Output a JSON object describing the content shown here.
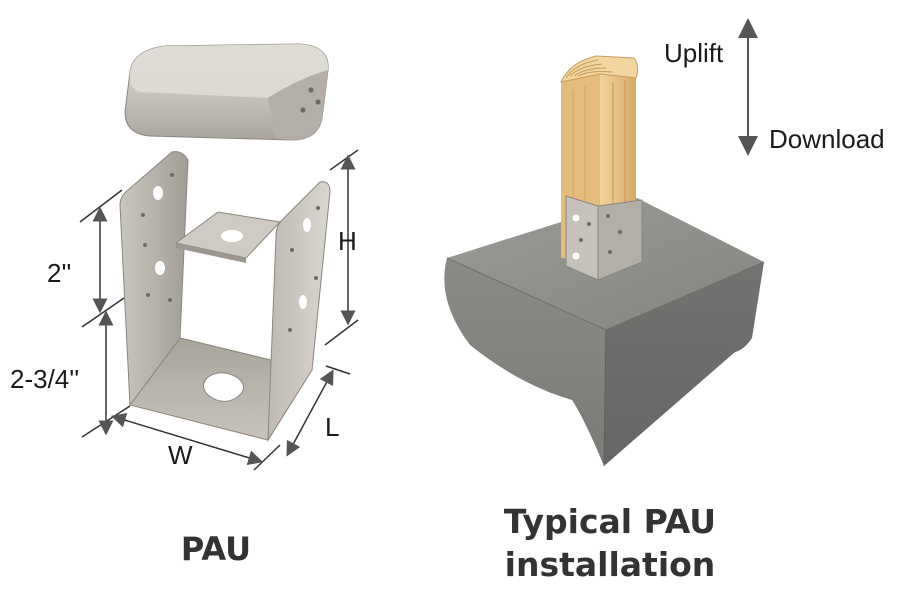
{
  "left_figure": {
    "dimension_labels": {
      "d2": "2''",
      "d234": "2-3/4''",
      "h": "H",
      "w": "W",
      "l": "L"
    },
    "caption": "PAU"
  },
  "right_figure": {
    "force_labels": {
      "up": "Uplift",
      "down": "Download"
    },
    "caption_line1": "Typical PAU",
    "caption_line2": "installation"
  },
  "colors": {
    "metal_light": "#d6d3cc",
    "metal_mid": "#b9b5ad",
    "metal_dark": "#8f8b84",
    "wood": "#e8c488",
    "concrete": "#8d8d8a",
    "arrow": "#555555",
    "caption": "#333333"
  }
}
